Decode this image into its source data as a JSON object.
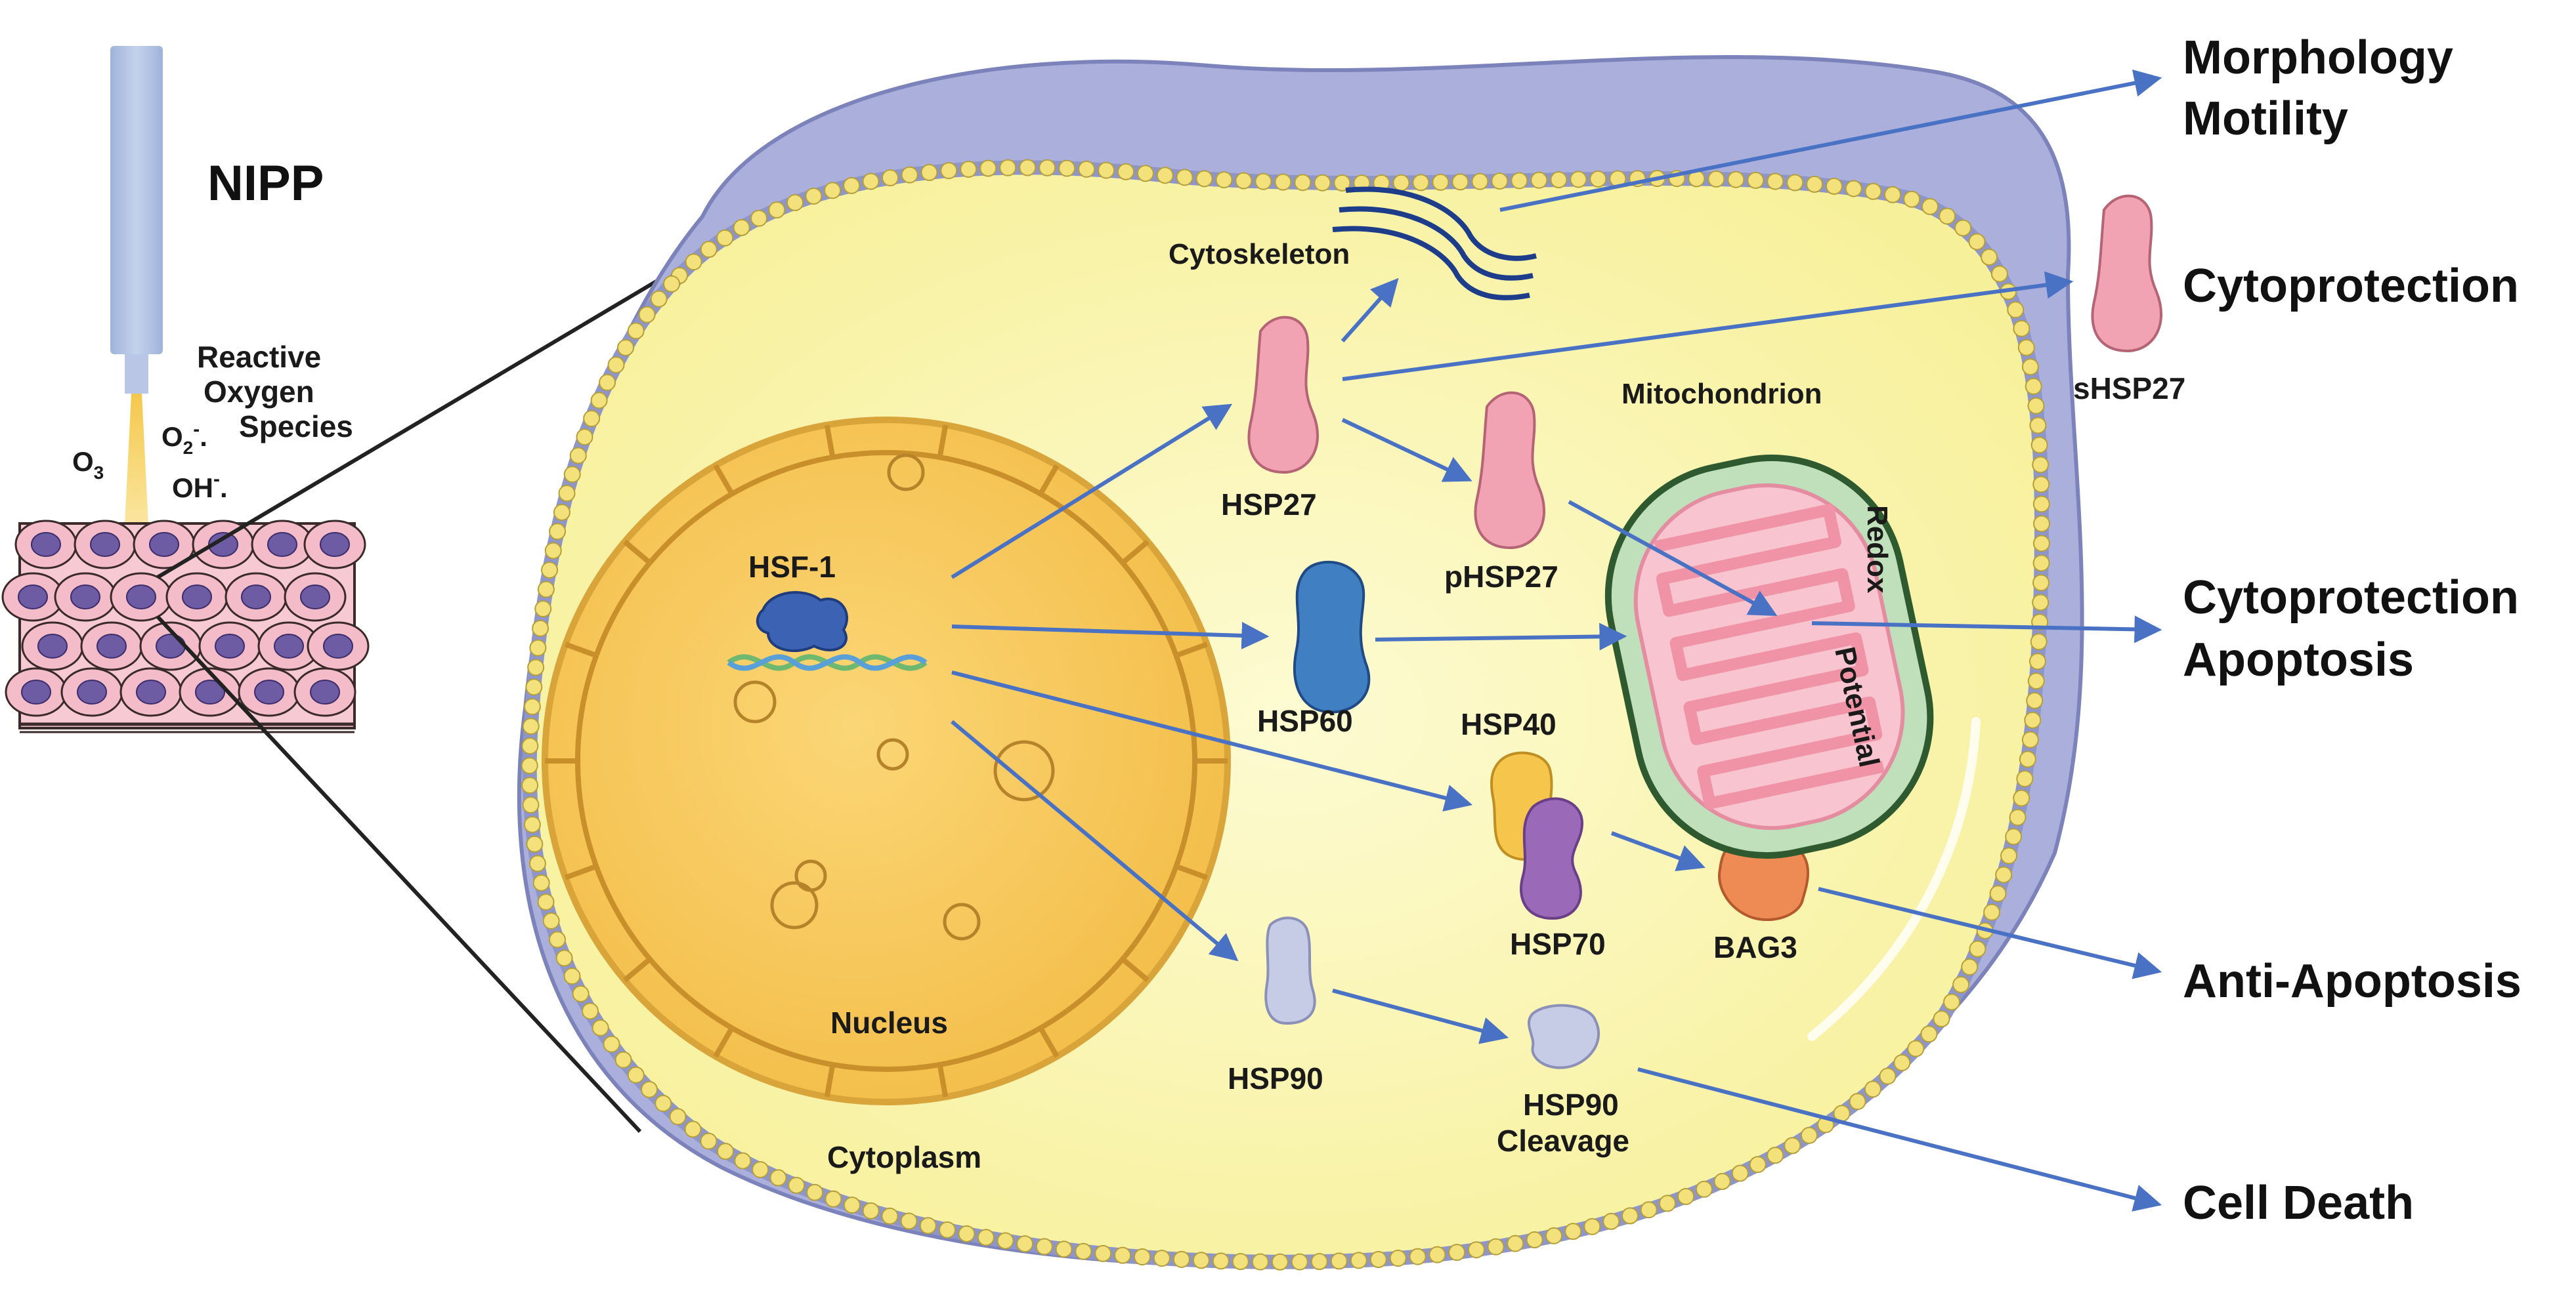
{
  "device": {
    "title": "NIPP",
    "ros_label_1": "Reactive",
    "ros_label_2": "Oxygen",
    "ros_label_3": "Species",
    "ozone": "O",
    "ozone_sub": "3",
    "superoxide": "O",
    "superoxide_sub": "2",
    "superoxide_sup": "-",
    "superoxide_dot": ".",
    "hydroxyl": "OH",
    "hydroxyl_sup": "-",
    "hydroxyl_dot": "."
  },
  "cell": {
    "cytoskeleton": "Cytoskeleton",
    "mitochondrion": "Mitochondrion",
    "redox_1": "Redox",
    "redox_2": "Potential",
    "nucleus": "Nucleus",
    "cytoplasm": "Cytoplasm",
    "hsf1": "HSF-1",
    "hsp27": "HSP27",
    "phsp27": "pHSP27",
    "hsp60": "HSP60",
    "hsp40": "HSP40",
    "hsp70": "HSP70",
    "bag3": "BAG3",
    "hsp90": "HSP90",
    "hsp90_cleavage_1": "HSP90",
    "hsp90_cleavage_2": "Cleavage",
    "shsp27": "sHSP27"
  },
  "outcomes": {
    "morphology": "Morphology",
    "motility": "Motility",
    "cytoprotection_top": "Cytoprotection",
    "cytoprotection_mid": "Cytoprotection",
    "apoptosis": "Apoptosis",
    "anti_apoptosis": "Anti-Apoptosis",
    "cell_death": "Cell Death"
  },
  "colors": {
    "arrow": "#4a72c4",
    "cytoplasm": "#fbf6a8",
    "membrane_bead": "#f1e27a",
    "membrane_core": "#8e95c9",
    "outer_blob": "#aeb3dc",
    "nucleus": "#f9cf5d",
    "hsp27": "#f1a2b3",
    "hsp60": "#3f7fc2",
    "hsp40": "#f6c54b",
    "hsp70": "#9a69b8",
    "bag3": "#ee8a54",
    "hsp90": "#c6cbe6",
    "hsf1": "#3c62b3",
    "mito_outer": "#bfe0bb",
    "mito_inner": "#f5a5b5"
  }
}
